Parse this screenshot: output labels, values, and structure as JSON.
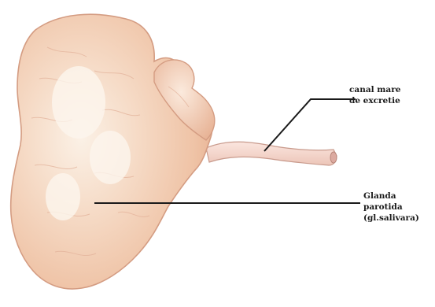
{
  "labels": {
    "duct": {
      "line1": "canal mare",
      "line2": "de excretie"
    },
    "gland": {
      "line1": "Glanda",
      "line2": "parotida",
      "line3": "(gl.salivara)"
    }
  }
}
